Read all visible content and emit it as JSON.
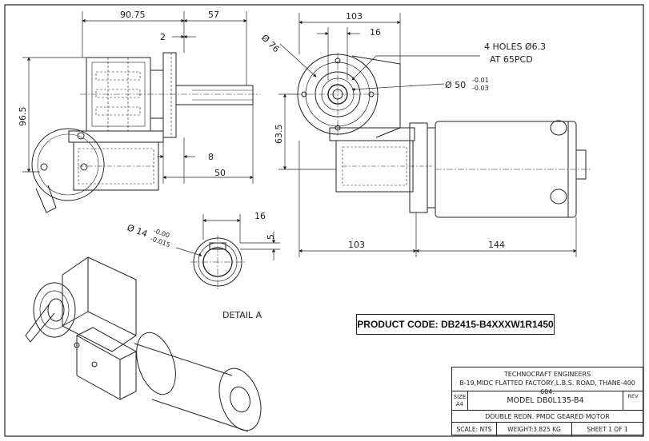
{
  "views": {
    "side": {
      "dims": {
        "overall_width": "90.75",
        "flange_offset": "57",
        "gap": "2",
        "height": "96.5",
        "shoulder": "8",
        "shaft_len": "50"
      }
    },
    "front": {
      "dims": {
        "top_width": "103",
        "offset": "16",
        "pcd_diameter": "Ø 76",
        "holes_note_line1": "4 HOLES Ø6.3",
        "holes_note_line2": "AT 65PCD",
        "bore": "Ø 50",
        "bore_tol_upper": "-0.01",
        "bore_tol_lower": "-0.03",
        "center_height": "63.5",
        "bottom_left": "103",
        "motor_len": "144"
      }
    },
    "detail": {
      "label": "DETAIL A",
      "dims": {
        "shaft_dia": "Ø 14",
        "shaft_tol_upper": "-0.00",
        "shaft_tol_lower": "-0.015",
        "key_width": "16",
        "key_depth": "5"
      }
    }
  },
  "product_code": "PRODUCT CODE: DB2415-B4XXXW1R1450",
  "title_block": {
    "company": "TECHNOCRAFT ENGINEERS",
    "address": "B-19,MIDC FLATTED FACTORY,L.B.S. ROAD, THANE-400 604.",
    "size_label": "SIZE",
    "size_value": "A4",
    "model": "MODEL DB0L135-B4",
    "rev_label": "REV",
    "description": "DOUBLE REDN. PMDC GEARED MOTOR",
    "scale": "SCALE: NTS",
    "weight": "WEIGHT:3.825 KG",
    "sheet": "SHEET 1 OF 1"
  }
}
